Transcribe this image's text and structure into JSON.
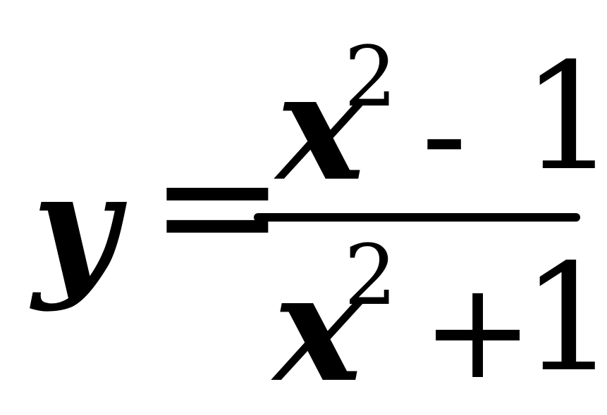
{
  "equation": {
    "lhs": "y",
    "equals": "=",
    "numerator": {
      "variable": "x",
      "exponent": "2",
      "operator": "-",
      "constant": "1"
    },
    "denominator": {
      "variable": "x",
      "exponent": "2",
      "operator": "+",
      "constant": "1"
    }
  }
}
